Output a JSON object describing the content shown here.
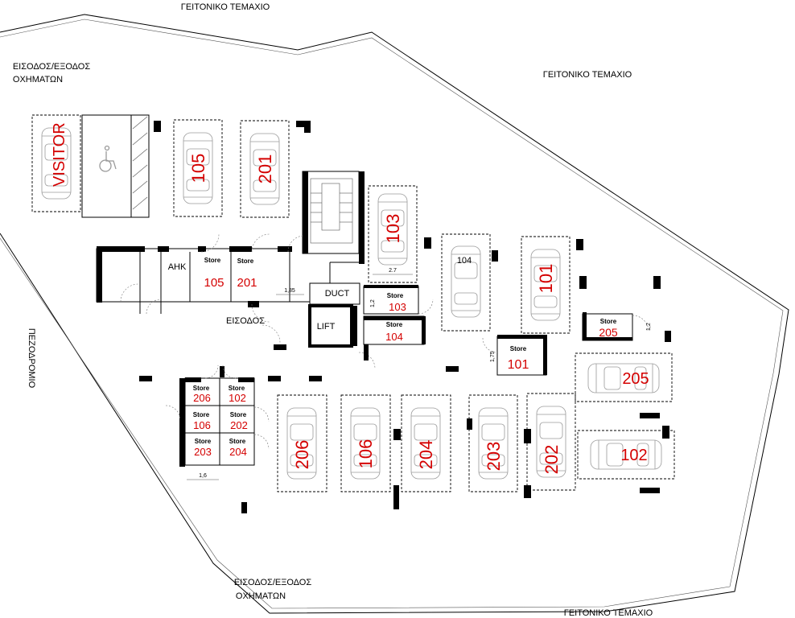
{
  "labels": {
    "neighbor_top": "ΓΕΙΤΟΝΙΚΟ ΤΕΜΑΧΙΟ",
    "neighbor_right": "ΓΕΙΤΟΝΙΚΟ ΤΕΜΑΧΙΟ",
    "neighbor_bottom": "ΓΕΙΤΟΝΙΚΟ ΤΕΜΑΧΙΟ",
    "vehicle_entrance_top_line1": "ΕΙΣΟΔΟΣ/ΕΞΟΔΟΣ",
    "vehicle_entrance_top_line2": "ΟΧΗΜΑΤΩΝ",
    "vehicle_entrance_bottom_line1": "ΕΙΣΟΔΟΣ/ΕΞΟΔΟΣ",
    "vehicle_entrance_bottom_line2": "ΟΧΗΜΑΤΩΝ",
    "sidewalk": "ΠΕΖΟΔΡΟΜΙΟ",
    "entrance": "ΕΙΣΟΔΟΣ",
    "ahk": "ΑΗΚ",
    "duct": "DUCT",
    "lift": "LIFT"
  },
  "parking": {
    "visitor": "VISITOR",
    "p105": "105",
    "p201": "201",
    "p103": "103",
    "p104": "104",
    "p101": "101",
    "p205": "205",
    "p206": "206",
    "p106": "106",
    "p204": "204",
    "p203": "203",
    "p202": "202",
    "p102": "102"
  },
  "stores": {
    "word": "Store",
    "s105": "105",
    "s201": "201",
    "s103": "103",
    "s104": "104",
    "s205": "205",
    "s101": "101",
    "s206": "206",
    "s102": "102",
    "s106": "106",
    "s202": "202",
    "s203": "203",
    "s204": "204"
  },
  "dimensions": {
    "d1": "2.7",
    "d2": "1,85",
    "d3": "1,2",
    "d4": "1,75",
    "d5": "1,2",
    "d6": "1,6"
  }
}
